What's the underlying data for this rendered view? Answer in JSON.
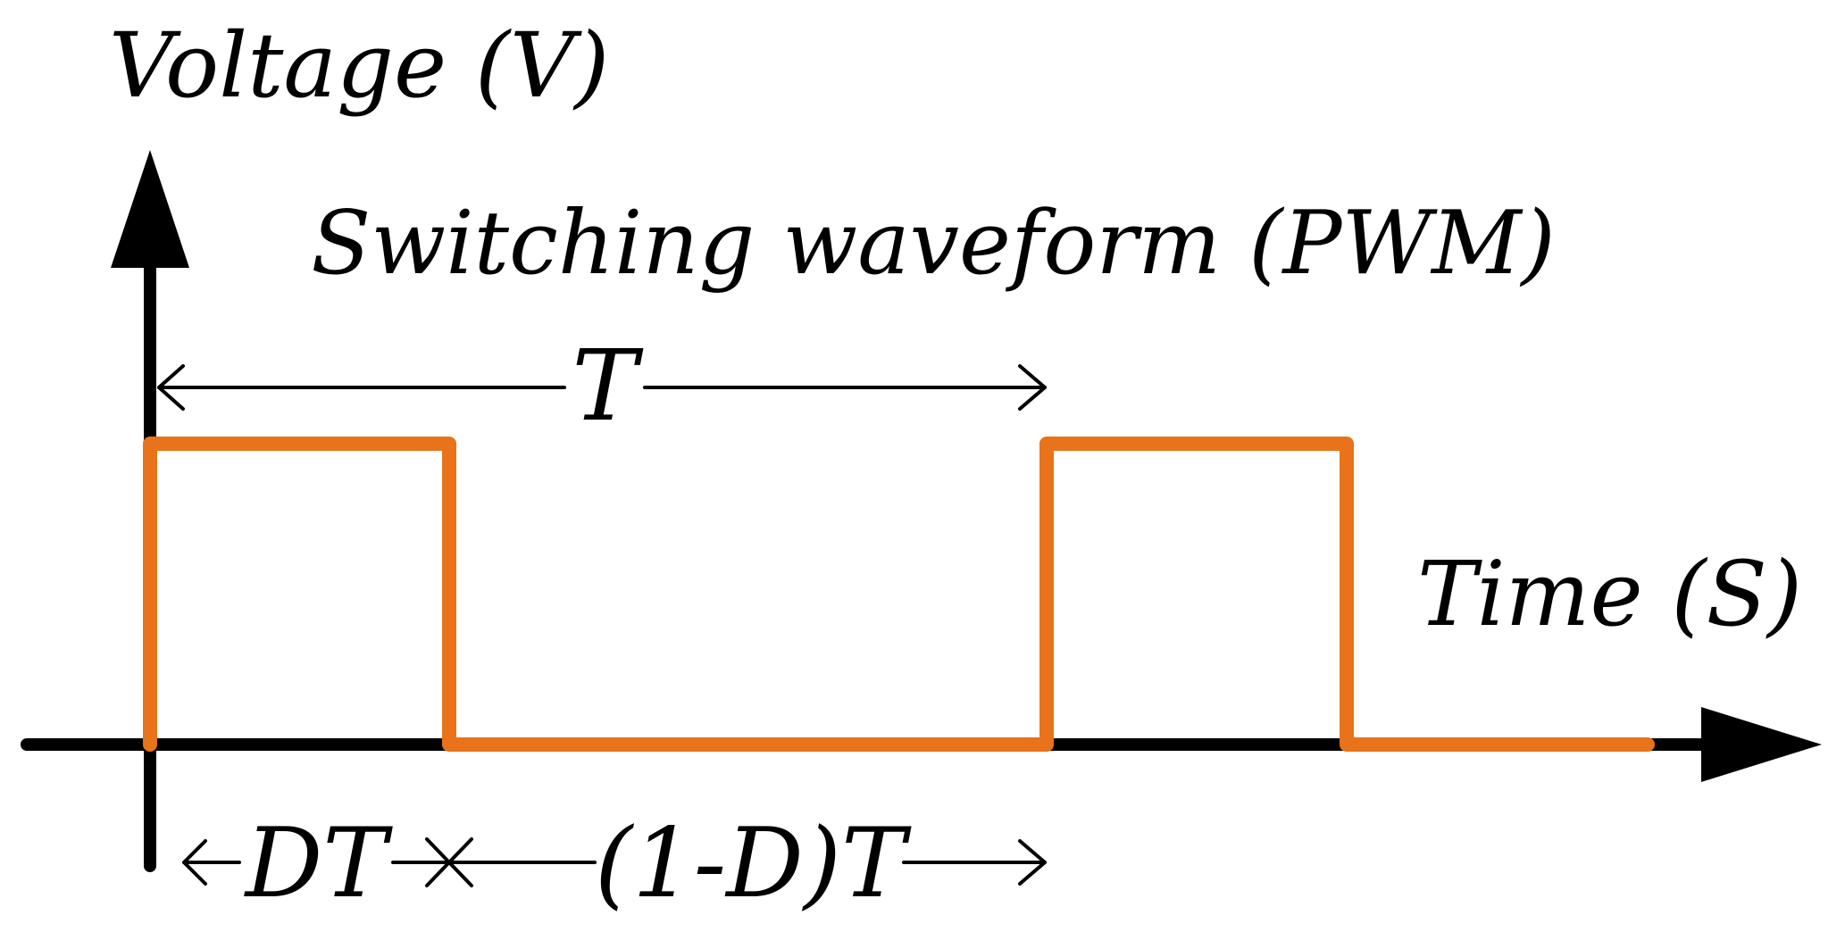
{
  "y_axis_label": "Voltage (V)",
  "title": "Switching waveform (PWM)",
  "x_axis_label": "Time (S)",
  "period_label": "T",
  "on_time_label": "DT",
  "off_time_label": "(1-D)T",
  "colors": {
    "waveform": "#E8731A",
    "axes": "#000000",
    "background": "#FFFFFF"
  },
  "waveform": {
    "type": "square-wave",
    "periods_shown": 2,
    "duty_cycle_fraction": 0.33
  }
}
